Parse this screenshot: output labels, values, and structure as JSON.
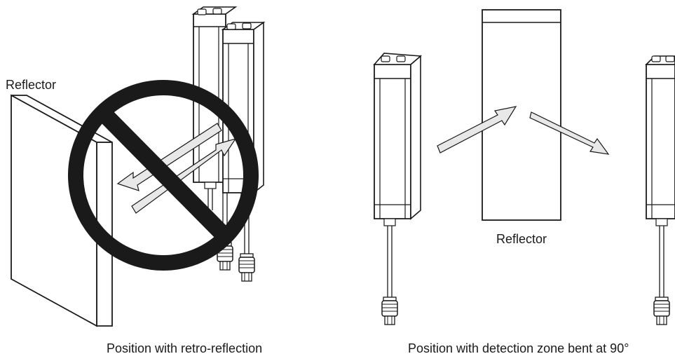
{
  "labels": {
    "left_reflector": "Reflector",
    "right_reflector": "Reflector"
  },
  "captions": {
    "left": "Position with retro-reflection",
    "right": "Position with detection zone bent at 90°"
  },
  "colors": {
    "line": "#1a1a1a",
    "prohibition": "#1a1a1a",
    "arrow_fill": "#e8e8e8",
    "background": "#ffffff"
  },
  "icons": {
    "prohibition": "prohibition-icon"
  }
}
